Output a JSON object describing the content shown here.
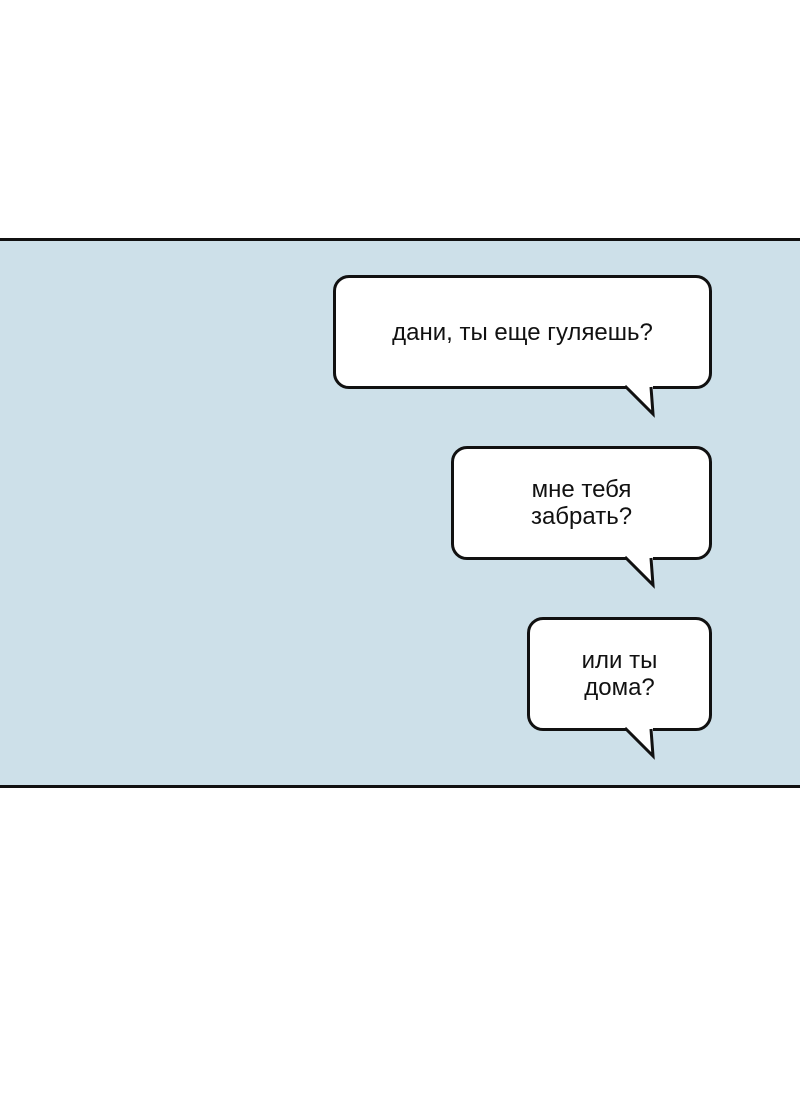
{
  "panel": {
    "background": "#cde0e9",
    "border_color": "#111111"
  },
  "bubbles": [
    {
      "text": "дани, ты еще гуляешь?"
    },
    {
      "text": "мне тебя забрать?"
    },
    {
      "text": "или ты дома?"
    }
  ]
}
